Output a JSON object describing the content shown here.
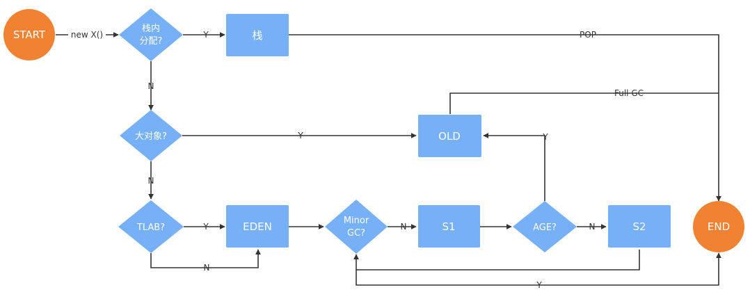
{
  "nodes": {
    "start": "START",
    "end": "END",
    "stack_alloc_line1": "栈内",
    "stack_alloc_line2": "分配?",
    "stack": "栈",
    "big_object": "大对象?",
    "old": "OLD",
    "tlab": "TLAB?",
    "eden": "EDEN",
    "minor_gc_line1": "Minor",
    "minor_gc_line2": "GC?",
    "s1": "S1",
    "age": "AGE?",
    "s2": "S2"
  },
  "edges": {
    "new_x": "new X()",
    "stack_yes": "Y",
    "pop": "POP",
    "stack_no": "N",
    "full_gc": "Full GC",
    "big_yes": "Y",
    "big_no": "N",
    "tlab_yes": "Y",
    "tlab_no": "N",
    "minor_no": "N",
    "age_yes": "Y",
    "age_no": "N",
    "s2_loop_yes": "Y"
  },
  "colors": {
    "start_end": "#F08232",
    "box": "#76B0F6",
    "line": "#333333"
  }
}
